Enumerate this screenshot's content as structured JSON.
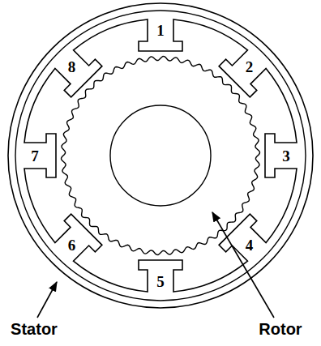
{
  "diagram": {
    "labels": [
      "1",
      "2",
      "3",
      "4",
      "5",
      "6",
      "7",
      "8",
      "Stator",
      "Rotor"
    ]
  }
}
